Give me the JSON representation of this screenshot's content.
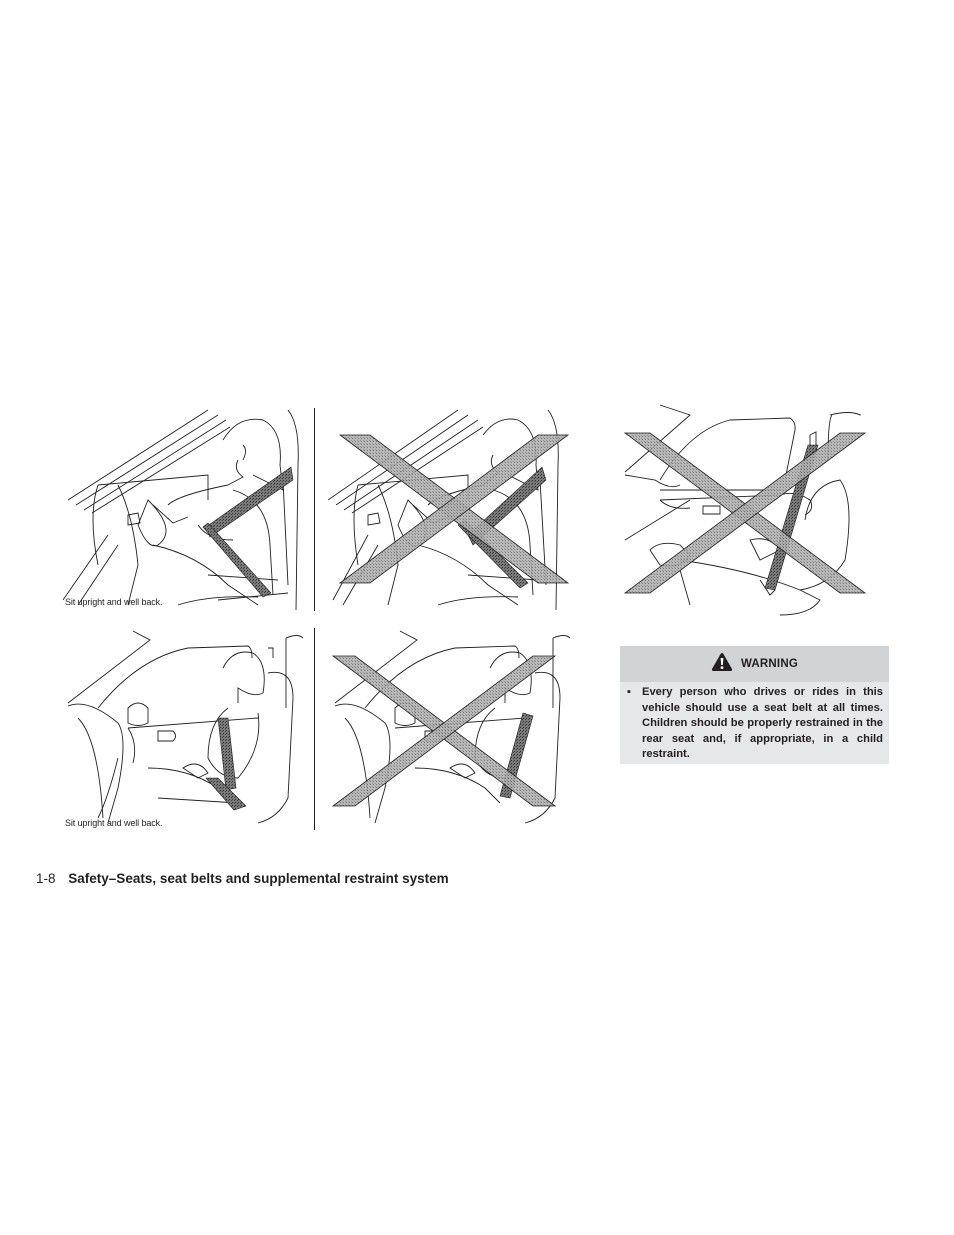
{
  "figures": [
    {
      "id": "fig-top-left",
      "caption": "Sit upright and well back.",
      "crossed": false,
      "scene": "driver leaning forward at steering wheel"
    },
    {
      "id": "fig-top-middle",
      "caption": "",
      "crossed": true,
      "scene": "driver leaning forward at steering wheel"
    },
    {
      "id": "fig-top-right",
      "caption": "",
      "crossed": true,
      "scene": "passenger reclined with feet on dashboard"
    },
    {
      "id": "fig-bottom-left",
      "caption": "Sit upright and well back.",
      "crossed": false,
      "scene": "passenger sitting upright"
    },
    {
      "id": "fig-bottom-middle",
      "caption": "",
      "crossed": true,
      "scene": "passenger sitting upright"
    }
  ],
  "warning": {
    "icon": "warning-exclamation-icon",
    "title": "WARNING",
    "bullet": "▪",
    "text": "Every person who drives or rides in this vehicle should use a seat belt at all times. Children should be properly restrained in the rear seat and, if appropriate, in a child restraint.",
    "header_color": "#d1d3d4",
    "body_color": "#e6e7e8"
  },
  "footer": {
    "page_number": "1-8",
    "section_title": "Safety–Seats, seat belts and supplemental restraint system"
  }
}
